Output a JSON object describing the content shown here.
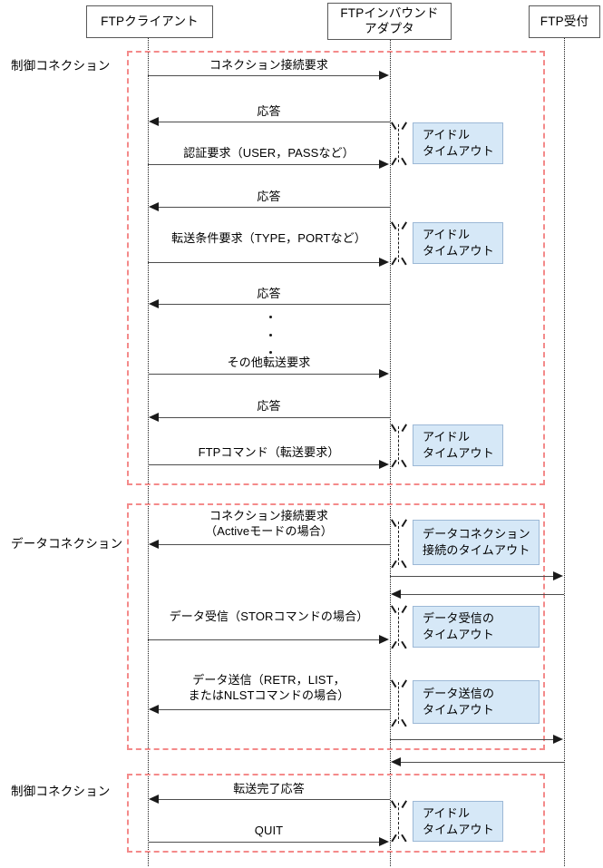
{
  "diagram": {
    "title": "FTP inbound adapter timeout sequence",
    "colors": {
      "phase_frame": "#f48a8a",
      "timeout_box_fill": "#d6e8f7",
      "timeout_box_border": "#9cb8d6",
      "lifeline": "#1a1a1a",
      "message_line": "#4d4d4d",
      "actor_border": "#595959"
    }
  },
  "actors": [
    {
      "id": "client",
      "label": "FTPクライアント"
    },
    {
      "id": "adapter",
      "label": "FTPインバウンド\nアダプタ"
    },
    {
      "id": "server",
      "label": "FTP受付"
    }
  ],
  "phases": [
    {
      "id": "control-top",
      "label": "制御コネクション"
    },
    {
      "id": "data",
      "label": "データコネクション"
    },
    {
      "id": "control-bottom",
      "label": "制御コネクション"
    }
  ],
  "messages": [
    {
      "id": "m1",
      "label": "コネクション接続要求"
    },
    {
      "id": "m2",
      "label": "応答"
    },
    {
      "id": "m3",
      "label": "認証要求（USER，PASSなど）"
    },
    {
      "id": "m4",
      "label": "応答"
    },
    {
      "id": "m5",
      "label": "転送条件要求（TYPE，PORTなど）"
    },
    {
      "id": "m6",
      "label": "応答"
    },
    {
      "id": "m7",
      "label": "その他転送要求"
    },
    {
      "id": "m8",
      "label": "応答"
    },
    {
      "id": "m9",
      "label": "FTPコマンド（転送要求）"
    },
    {
      "id": "m10",
      "label": "コネクション接続要求\n（Activeモードの場合）"
    },
    {
      "id": "m11",
      "label": ""
    },
    {
      "id": "m12",
      "label": ""
    },
    {
      "id": "m13",
      "label": "データ受信（STORコマンドの場合）"
    },
    {
      "id": "m14",
      "label": ""
    },
    {
      "id": "m15",
      "label": ""
    },
    {
      "id": "m16",
      "label": "データ送信（RETR，LIST，\nまたはNLSTコマンドの場合）"
    },
    {
      "id": "m17",
      "label": ""
    },
    {
      "id": "m18",
      "label": ""
    },
    {
      "id": "m19",
      "label": "転送完了応答"
    },
    {
      "id": "m20",
      "label": "QUIT"
    }
  ],
  "timeouts": [
    {
      "id": "t1",
      "label": "アイドル\nタイムアウト"
    },
    {
      "id": "t2",
      "label": "アイドル\nタイムアウト"
    },
    {
      "id": "t3",
      "label": "アイドル\nタイムアウト"
    },
    {
      "id": "t4",
      "label": "データコネクション\n接続のタイムアウト"
    },
    {
      "id": "t5",
      "label": "データ受信の\nタイムアウト"
    },
    {
      "id": "t6",
      "label": "データ送信の\nタイムアウト"
    },
    {
      "id": "t7",
      "label": "アイドル\nタイムアウト"
    }
  ]
}
